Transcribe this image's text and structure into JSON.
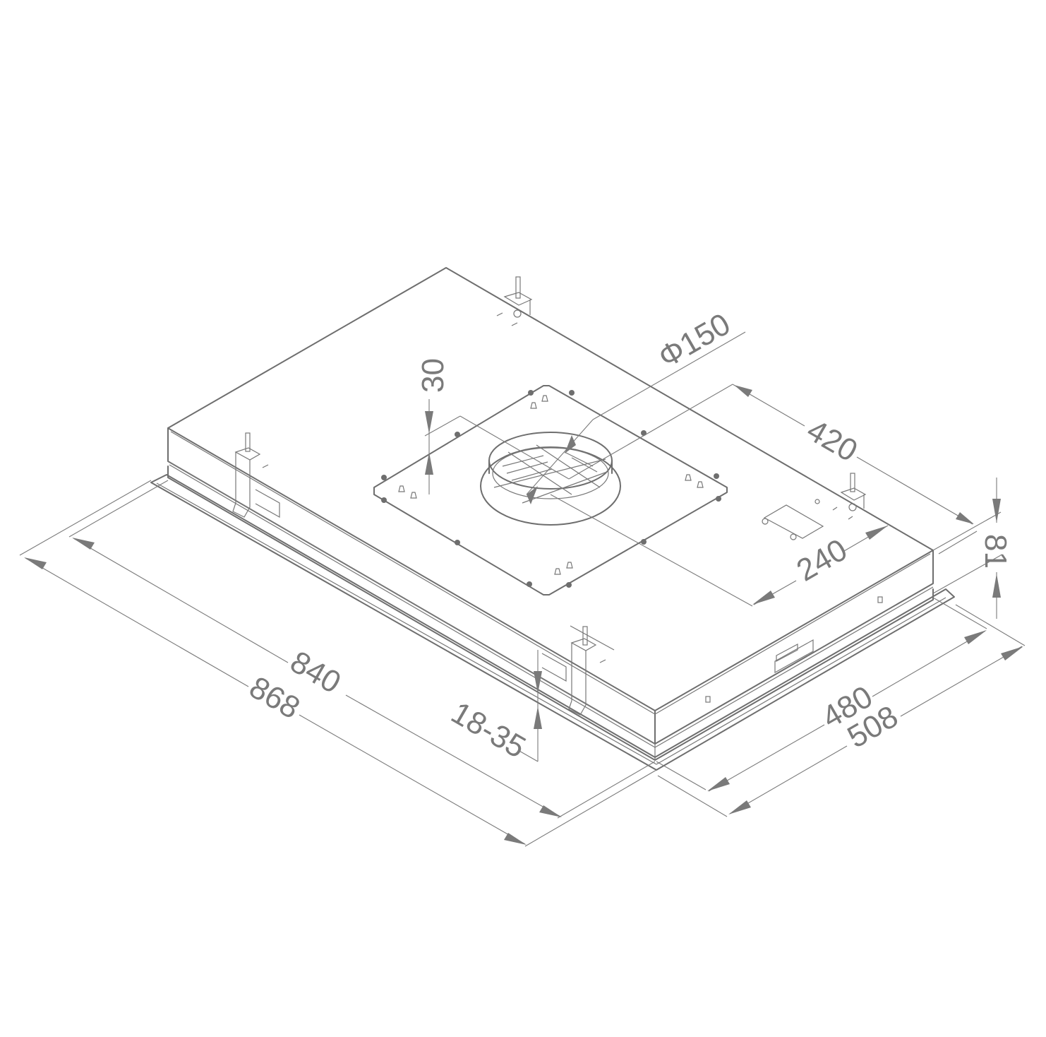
{
  "drawing": {
    "title": "Range hood dimension drawing",
    "line_color": "#6e6e6e",
    "background": "#ffffff"
  },
  "dimensions": {
    "duct_diameter": "Φ150",
    "duct_offset_depth": "30",
    "duct_center_from_back": "420",
    "duct_center_from_side": "240",
    "body_height": "81",
    "overall_width_inner": "840",
    "overall_width_outer": "868",
    "panel_thickness_range": "18-35",
    "overall_depth_inner": "480",
    "overall_depth_outer": "508"
  }
}
